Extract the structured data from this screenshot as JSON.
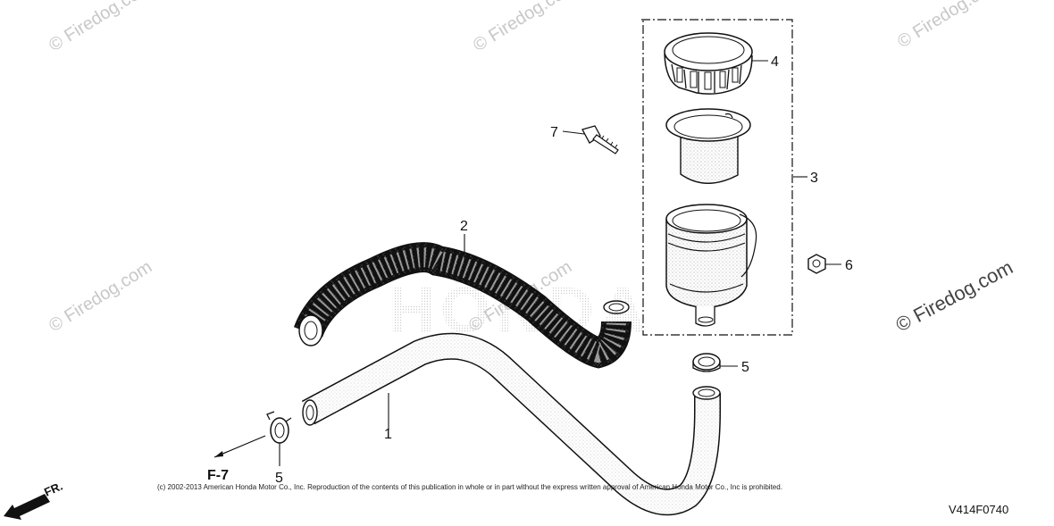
{
  "watermarks": {
    "small": "© Firedog.com",
    "large": "© Firedog.com"
  },
  "background_logo": "HONDA",
  "callouts": {
    "p1": "1",
    "p2": "2",
    "p3": "3",
    "p4": "4",
    "p5a": "5",
    "p5b": "5",
    "p6": "6",
    "p7": "7"
  },
  "reference_label": "F-7",
  "direction_label": "FR.",
  "copyright": "(c) 2002-2013 American Honda Motor Co., Inc. Reproduction of the contents of this publication in whole or in part without the express written approval of American Honda Motor Co., Inc is prohibited.",
  "diagram_code": "V414F0740",
  "colors": {
    "line": "#111111",
    "watermark": "#c8c8c8",
    "logo": "#d9d9d9"
  }
}
